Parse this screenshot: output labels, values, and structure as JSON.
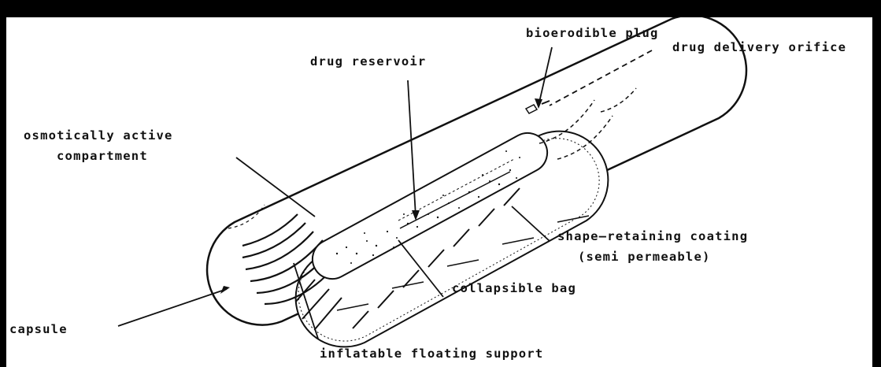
{
  "labels": {
    "bioerodible_plug": "bioerodible plug",
    "drug_reservoir": "drug reservoir",
    "drug_delivery_orifice": "drug delivery orifice",
    "osmotic_line1": "osmotically  active",
    "osmotic_line2": "compartment",
    "shape_line1": "shape—retaining coating",
    "shape_line2": "(semi permeable)",
    "collapsible_bag": "collapsible bag",
    "capsule": "capsule",
    "inflatable_support": "inflatable floating support"
  },
  "colors": {
    "ink": "#111111",
    "paper": "#ffffff",
    "frame": "#000000"
  }
}
